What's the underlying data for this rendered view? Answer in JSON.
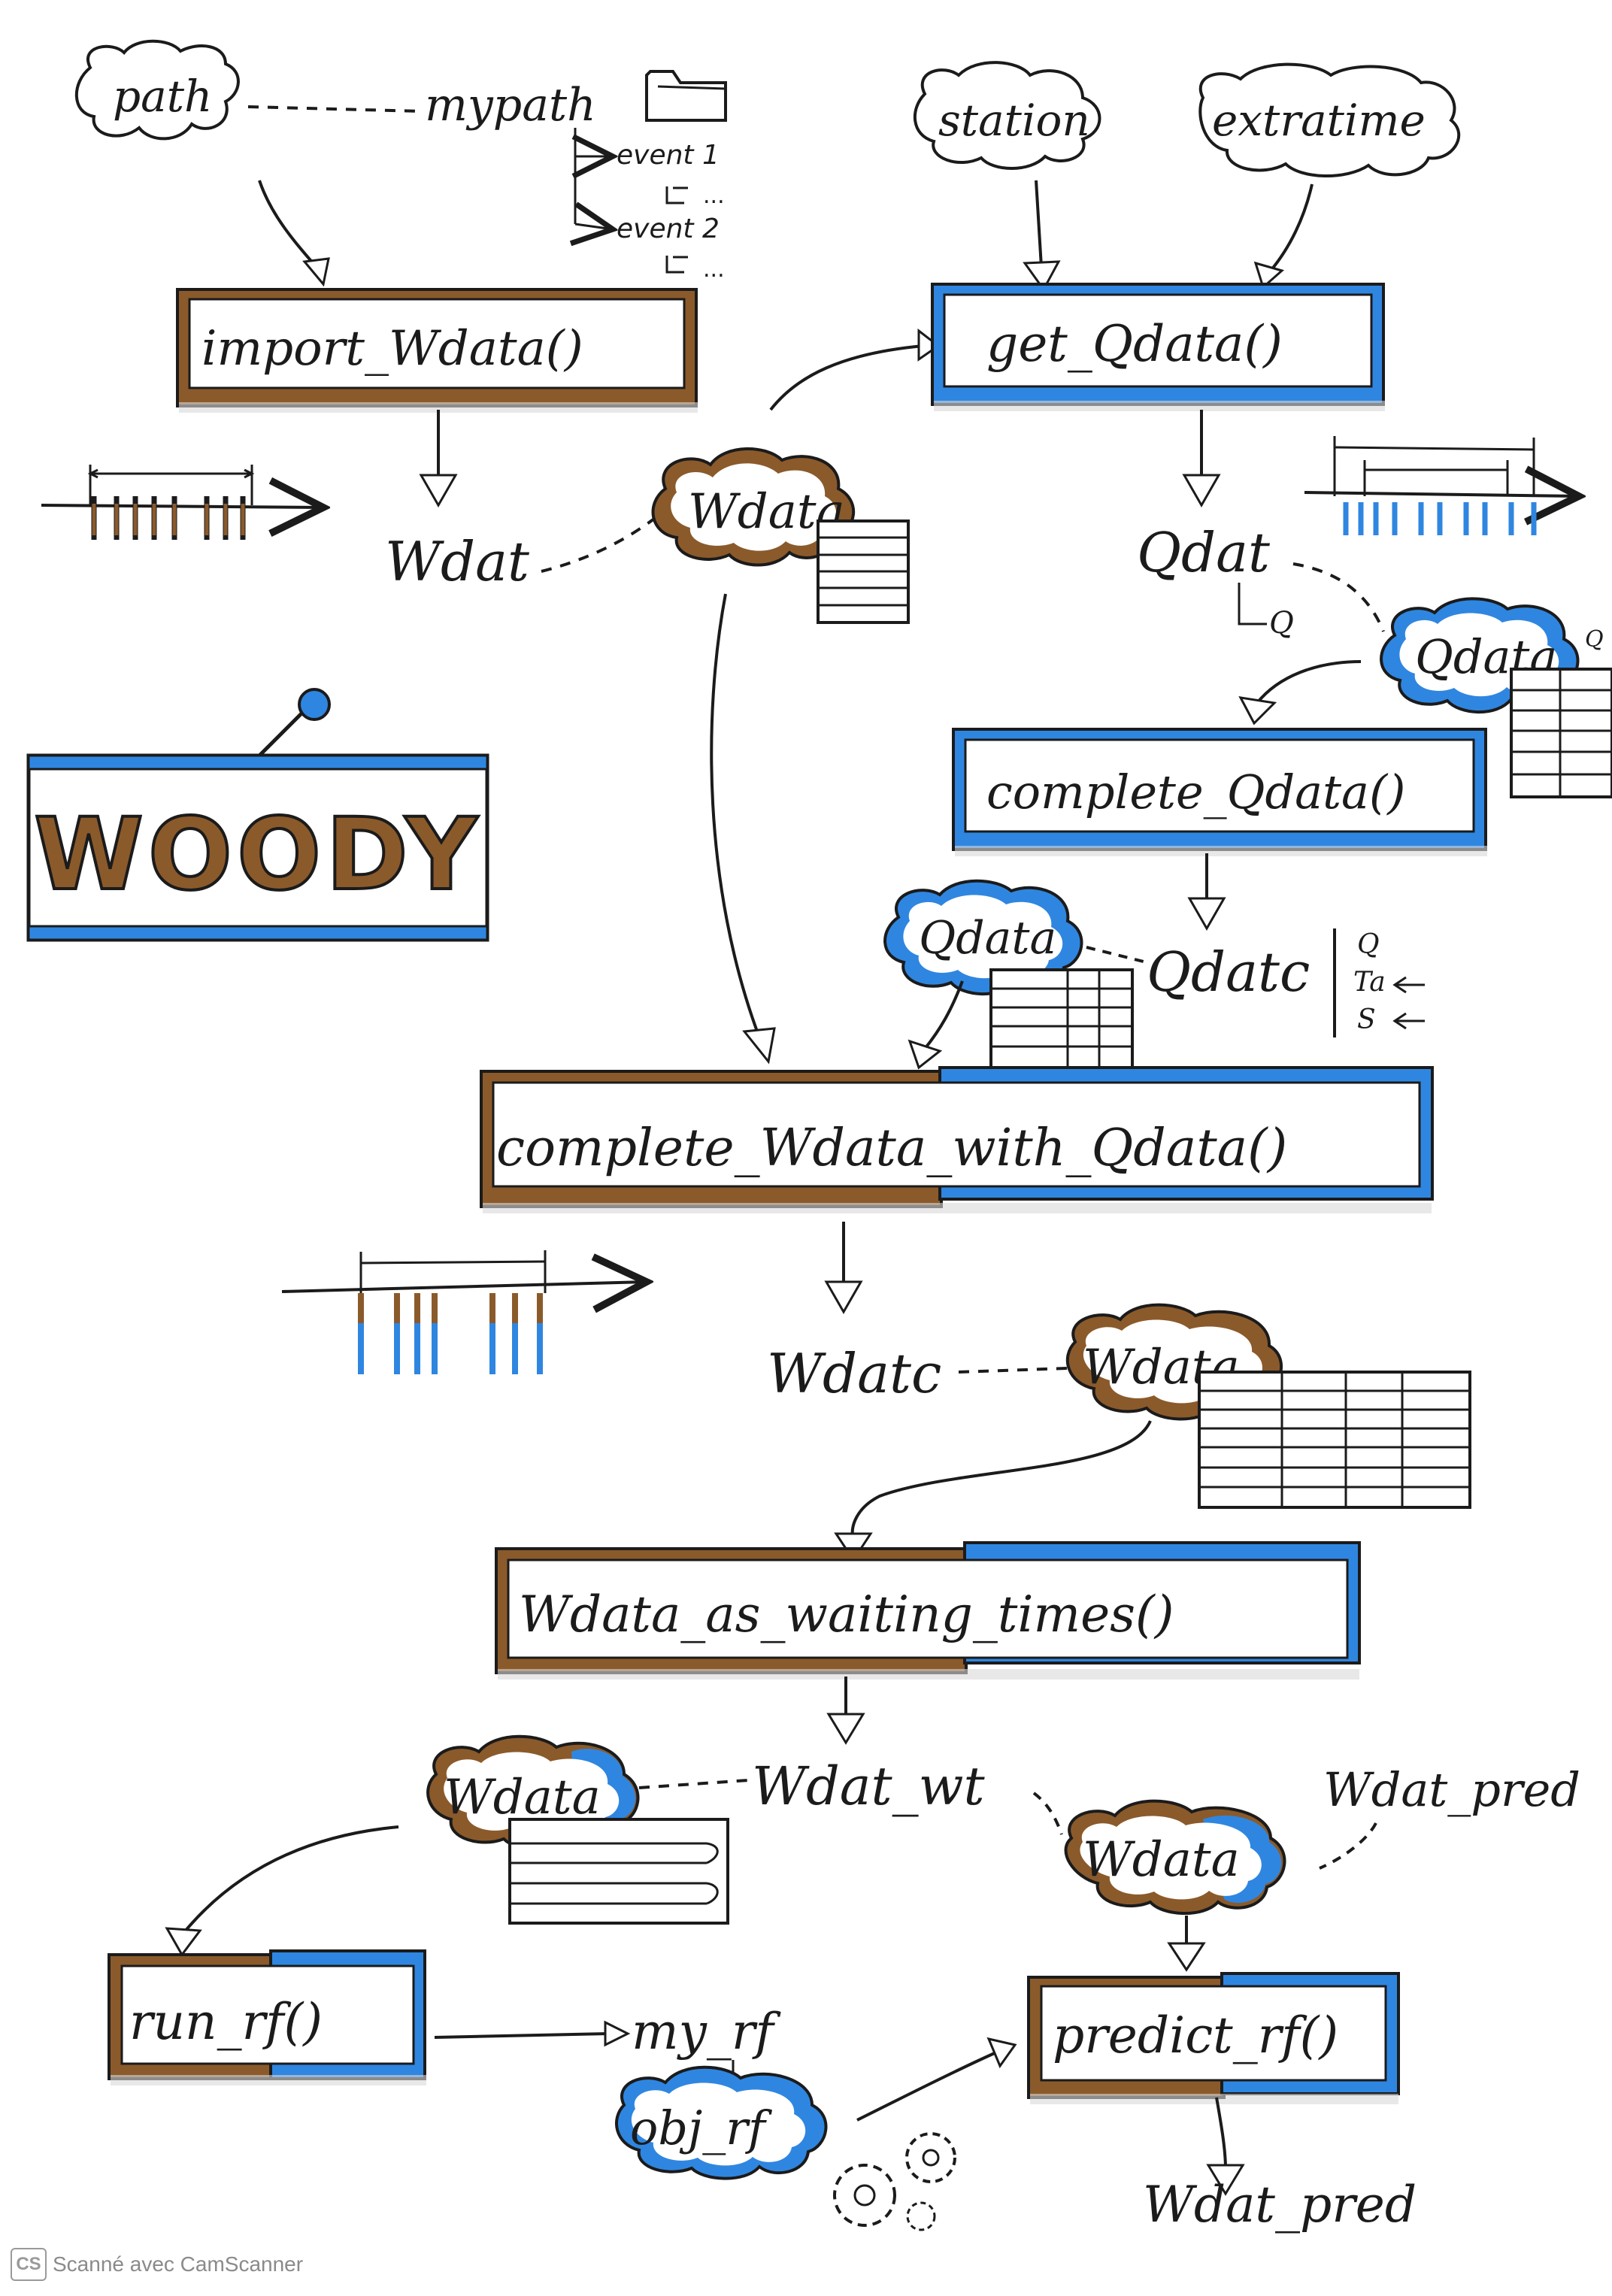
{
  "inputs": {
    "path": "path",
    "mypath": "mypath",
    "event1": "event 1",
    "event2": "event 2",
    "ellipsis": "...",
    "station": "station",
    "extratime": "extratime"
  },
  "functions": {
    "import_wdata": "import_Wdata()",
    "get_qdata": "get_Qdata()",
    "complete_qdata": "complete_Qdata()",
    "complete_wdata_with_qdata": "complete_Wdata_with_Qdata()",
    "wdata_as_waiting_times": "Wdata_as_waiting_times()",
    "run_rf": "run_rf()",
    "predict_rf": "predict_rf()"
  },
  "objects": {
    "wdat": "Wdat",
    "qdat": "Qdat",
    "qdat_q": "Q",
    "qdatc": "Qdatc",
    "qdatc_vars": [
      "Q",
      "Ta",
      "S"
    ],
    "wdatc": "Wdatc",
    "wdat_wt": "Wdat_wt",
    "wdat_pred_top": "Wdat_pred",
    "wdat_pred_bottom": "Wdat_pred",
    "my_rf": "my_rf",
    "q_small": "Q"
  },
  "clouds": {
    "wdata": "Wdata",
    "qdata": "Qdata",
    "obj_rf": "obj_rf"
  },
  "logo": {
    "text": "WOODY"
  },
  "footer": {
    "logo": "CS",
    "text": "Scanné avec CamScanner"
  },
  "colors": {
    "brown": "#8b5a2b",
    "blue": "#2f86e0",
    "ink": "#1b1b1b"
  }
}
